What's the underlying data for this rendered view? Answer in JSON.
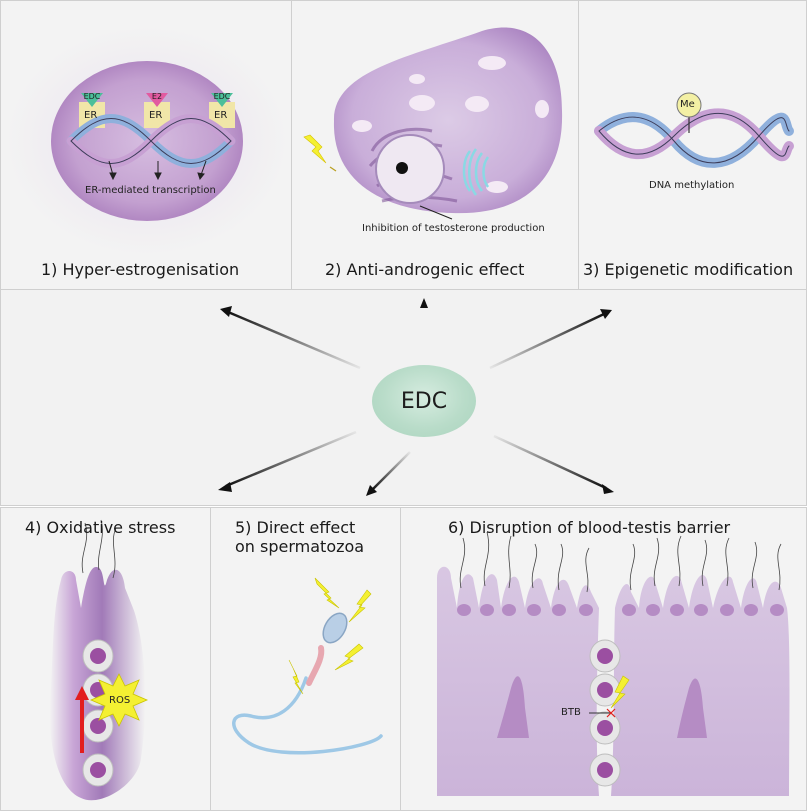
{
  "hub": {
    "label": "EDC"
  },
  "panels": [
    {
      "title": "1) Hyper-estrogenisation",
      "labels": {
        "caption": "ER-mediated transcription",
        "edc_left": "EDC",
        "e2": "E2",
        "edc_right": "EDC",
        "er": "ER"
      }
    },
    {
      "title": "2) Anti-androgenic effect",
      "labels": {
        "caption": "Inhibition of testosterone production"
      }
    },
    {
      "title": "3) Epigenetic modification",
      "labels": {
        "caption": "DNA methylation",
        "me": "Me"
      }
    },
    {
      "title": "4) Oxidative stress",
      "labels": {
        "ros": "ROS"
      }
    },
    {
      "title_line1": "5) Direct effect",
      "title_line2": "on spermatozoa"
    },
    {
      "title": "6) Disruption of blood-testis barrier",
      "labels": {
        "btb": "BTB"
      }
    }
  ],
  "colors": {
    "purple": "#b58cc4",
    "pale_purple": "#d8c3e0",
    "blue_strand": "#8fb0dc",
    "pink_strand": "#c7a0d3",
    "hub_green": "#b9dcc9",
    "bolt_yellow": "#f4f032",
    "ros_red": "#e21e1e"
  }
}
